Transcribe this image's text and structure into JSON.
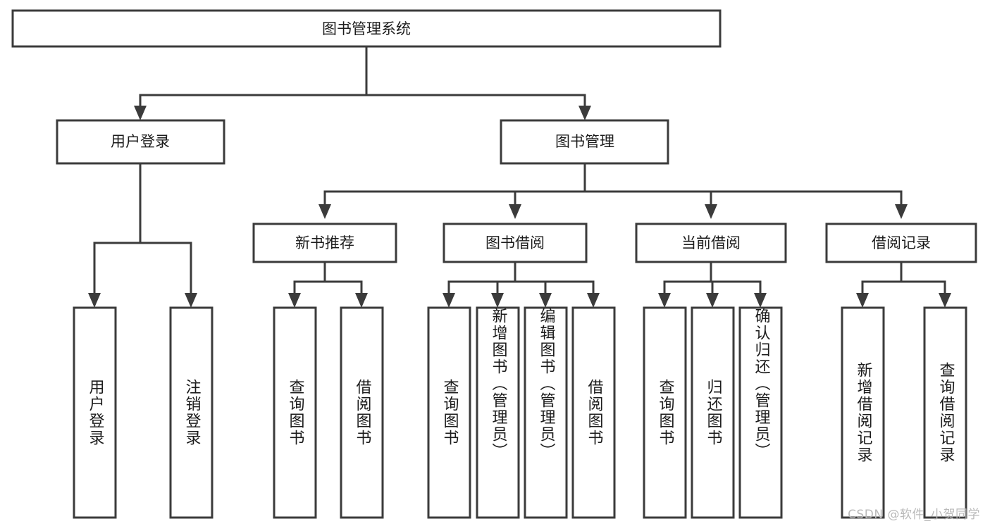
{
  "diagram": {
    "type": "hierarchy-tree",
    "title": "图书管理系统",
    "root": {
      "id": "root",
      "label": "图书管理系统"
    },
    "level2": [
      {
        "id": "user-login",
        "label": "用户登录"
      },
      {
        "id": "book-management",
        "label": "图书管理"
      }
    ],
    "level3": [
      {
        "id": "new-book-recommend",
        "label": "新书推荐",
        "parent": "book-management"
      },
      {
        "id": "book-borrow",
        "label": "图书借阅",
        "parent": "book-management"
      },
      {
        "id": "current-borrow",
        "label": "当前借阅",
        "parent": "book-management"
      },
      {
        "id": "borrow-record",
        "label": "借阅记录",
        "parent": "book-management"
      }
    ],
    "leaves": [
      {
        "id": "leaf-user-login",
        "label": "用户登录",
        "parent": "user-login"
      },
      {
        "id": "leaf-logout",
        "label": "注销登录",
        "parent": "user-login"
      },
      {
        "id": "leaf-query-book-1",
        "label": "查询图书",
        "parent": "new-book-recommend"
      },
      {
        "id": "leaf-borrow-book-1",
        "label": "借阅图书",
        "parent": "new-book-recommend"
      },
      {
        "id": "leaf-query-book-2",
        "label": "查询图书",
        "parent": "book-borrow"
      },
      {
        "id": "leaf-add-book",
        "label": "新增图书（管理员）",
        "parent": "book-borrow"
      },
      {
        "id": "leaf-edit-book",
        "label": "编辑图书（管理员）",
        "parent": "book-borrow"
      },
      {
        "id": "leaf-borrow-book-2",
        "label": "借阅图书",
        "parent": "book-borrow"
      },
      {
        "id": "leaf-query-book-3",
        "label": "查询图书",
        "parent": "current-borrow"
      },
      {
        "id": "leaf-return-book",
        "label": "归还图书",
        "parent": "current-borrow"
      },
      {
        "id": "leaf-confirm-return",
        "label": "确认归还（管理员）",
        "parent": "current-borrow"
      },
      {
        "id": "leaf-add-record",
        "label": "新增借阅记录",
        "parent": "borrow-record"
      },
      {
        "id": "leaf-query-record",
        "label": "查询借阅记录",
        "parent": "borrow-record"
      }
    ],
    "colors": {
      "background": "#ffffff",
      "box_fill": "#ffffff",
      "stroke": "#3b3b3b",
      "text": "#1c1c1c",
      "watermark": "#b9b9b9"
    }
  },
  "watermark": {
    "text": "CSDN @软件_小贺同学"
  }
}
